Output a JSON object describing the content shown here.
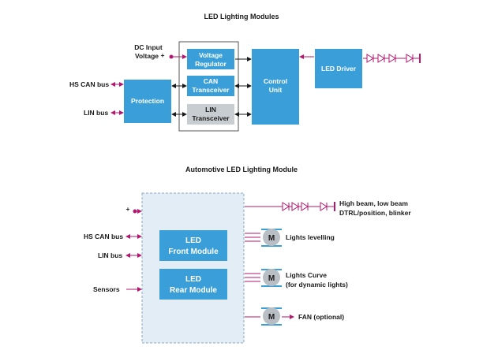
{
  "top": {
    "title": "LED Lighting Modules",
    "dc_input_line1": "DC Input",
    "dc_input_line2": "Voltage",
    "plus": "+",
    "hs_can": "HS CAN bus",
    "lin": "LIN bus",
    "protection": "Protection",
    "voltage_regulator_l1": "Voltage",
    "voltage_regulator_l2": "Regulator",
    "can_transceiver_l1": "CAN",
    "can_transceiver_l2": "Transceiver",
    "lin_transceiver_l1": "LIN",
    "lin_transceiver_l2": "Transceiver",
    "control_unit_l1": "Control",
    "control_unit_l2": "Unit",
    "led_driver": "LED Driver"
  },
  "bottom": {
    "title": "Automotive LED Lighting Module",
    "plus": "+",
    "hs_can": "HS CAN bus",
    "lin": "LIN bus",
    "sensors": "Sensors",
    "front_l1": "LED",
    "front_l2": "Front Module",
    "rear_l1": "LED",
    "rear_l2": "Rear Module",
    "beam_l1": "High beam, low beam",
    "beam_l2": "DTRL/position, blinker",
    "motor_label": "M",
    "lights_levelling": "Lights levelling",
    "lights_curve_l1": "Lights Curve",
    "lights_curve_l2": "(for dynamic lights)",
    "fan": "FAN (optional)"
  },
  "colors": {
    "blue": "#3a9fd8",
    "gray_box": "#c8cdd2",
    "module_bg": "#e3edf6",
    "motor": "#b9bec4",
    "connector": "#b3176f",
    "line": "#1a1a1a"
  }
}
